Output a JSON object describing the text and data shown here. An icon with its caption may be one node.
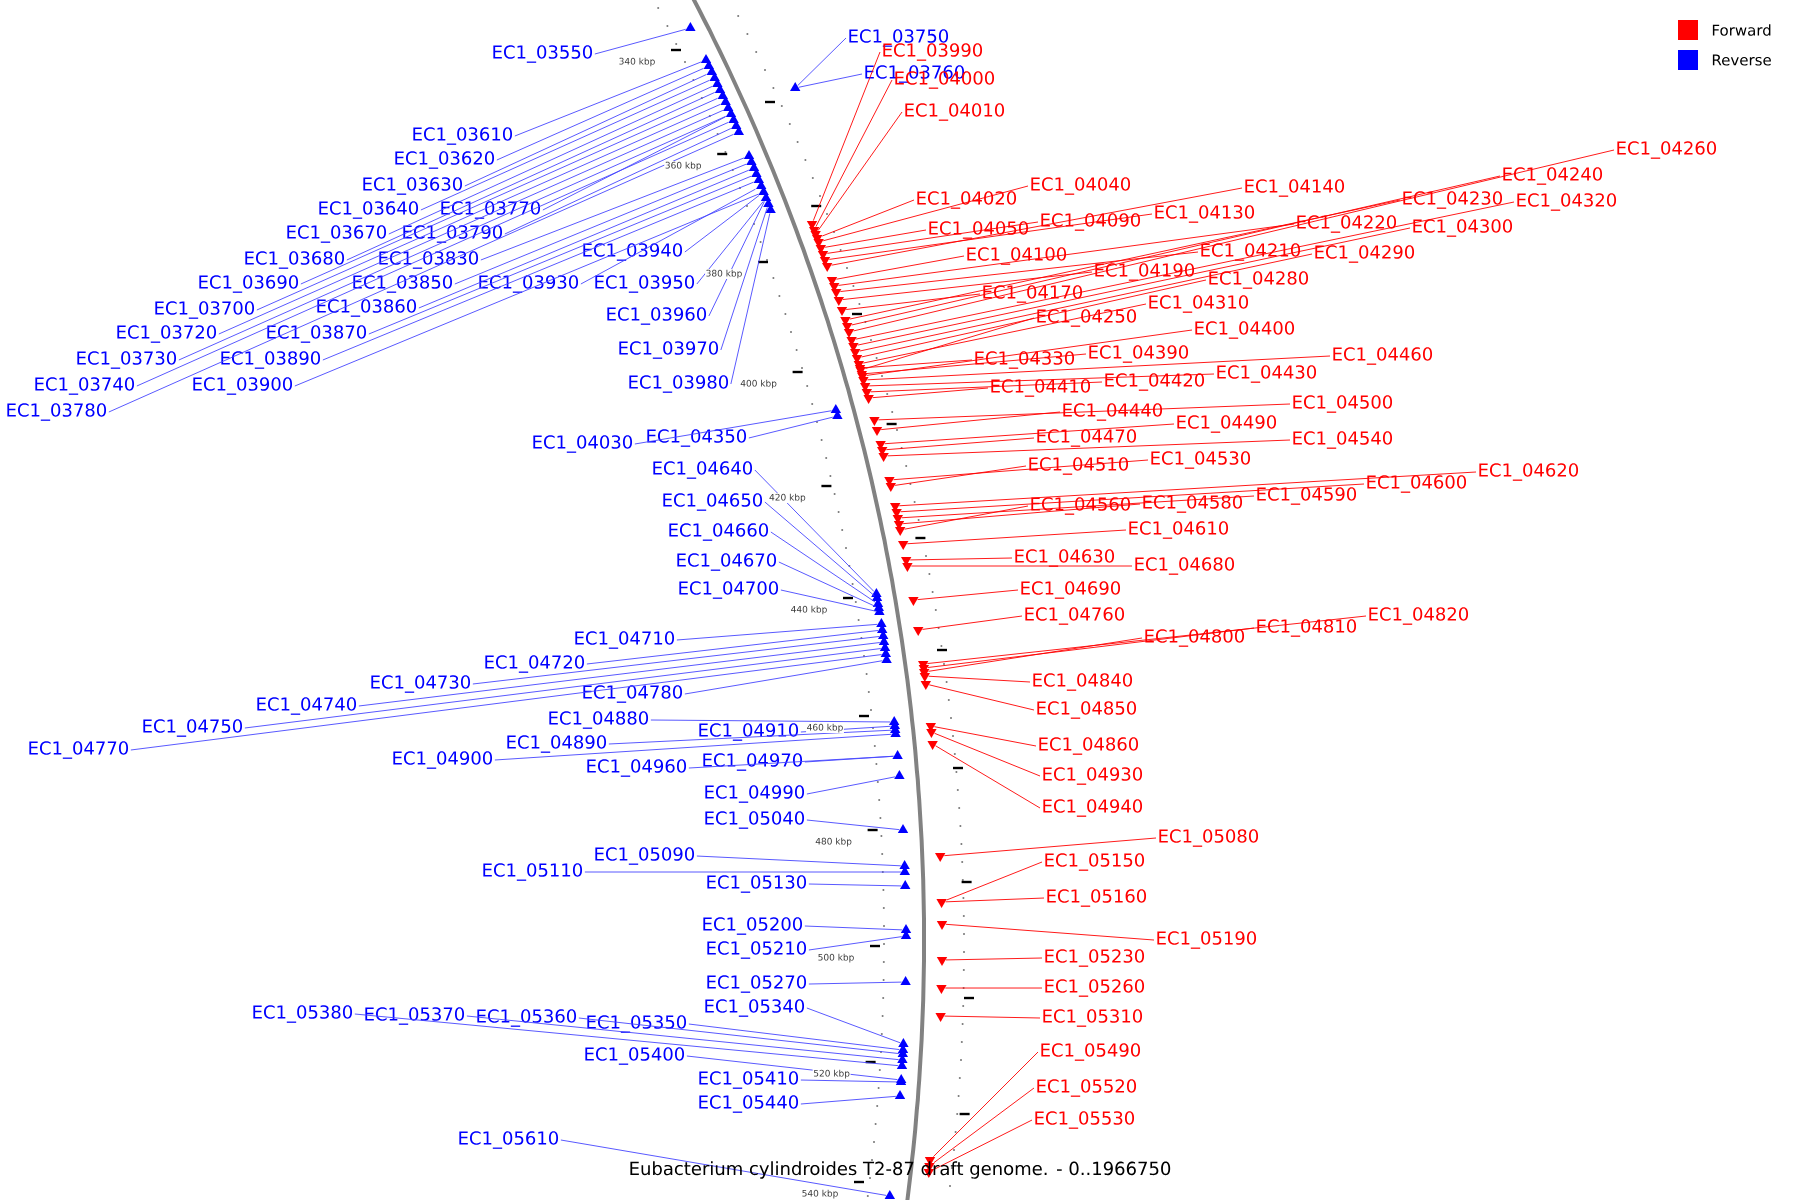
{
  "diagram": {
    "caption": "Eubacterium cylindroides T2-87 draft genome. - 0..1966750",
    "nodes": [
      {
        "text": [
          "EC1_03550"
        ]
      },
      {
        "text": [
          "EC1_03750"
        ]
      },
      {
        "text": [
          "EC1_03760"
        ]
      },
      {
        "text": [
          "EC1_03610"
        ]
      },
      {
        "text": [
          "EC1_03620"
        ]
      },
      {
        "text": [
          "EC1_03630"
        ]
      },
      {
        "text": [
          "EC1_03640"
        ]
      },
      {
        "text": [
          "EC1_03770"
        ]
      },
      {
        "text": [
          "EC1_03670"
        ]
      },
      {
        "text": [
          "EC1_03790"
        ]
      },
      {
        "text": [
          "EC1_03680"
        ]
      },
      {
        "text": [
          "EC1_03830"
        ]
      },
      {
        "text": [
          "EC1_03940"
        ]
      },
      {
        "text": [
          "EC1_03690"
        ]
      },
      {
        "text": [
          "EC1_03850"
        ]
      },
      {
        "text": [
          "EC1_03930"
        ]
      },
      {
        "text": [
          "EC1_03950"
        ]
      },
      {
        "text": [
          "EC1_03700"
        ]
      },
      {
        "text": [
          "EC1_03860"
        ]
      },
      {
        "text": [
          "EC1_03960"
        ]
      },
      {
        "text": [
          "EC1_03720"
        ]
      },
      {
        "text": [
          "EC1_03870"
        ]
      },
      {
        "text": [
          "EC1_03730"
        ]
      },
      {
        "text": [
          "EC1_03890"
        ]
      },
      {
        "text": [
          "EC1_03970"
        ]
      },
      {
        "text": [
          "EC1_03740"
        ]
      },
      {
        "text": [
          "EC1_03900"
        ]
      },
      {
        "text": [
          "EC1_03980"
        ]
      },
      {
        "text": [
          "EC1_03780"
        ]
      },
      {
        "text": [
          "EC1_04350"
        ]
      },
      {
        "text": [
          "EC1_04030"
        ]
      },
      {
        "text": [
          "EC1_04640"
        ]
      },
      {
        "text": [
          "EC1_04650"
        ]
      },
      {
        "text": [
          "EC1_04660"
        ]
      },
      {
        "text": [
          "EC1_04670"
        ]
      },
      {
        "text": [
          "EC1_04700"
        ]
      },
      {
        "text": [
          "EC1_04710"
        ]
      },
      {
        "text": [
          "EC1_04720"
        ]
      },
      {
        "text": [
          "EC1_04730"
        ]
      },
      {
        "text": [
          "EC1_04780"
        ]
      },
      {
        "text": [
          "EC1_04740"
        ]
      },
      {
        "text": [
          "EC1_04880"
        ]
      },
      {
        "text": [
          "EC1_04750"
        ]
      },
      {
        "text": [
          "EC1_04910"
        ]
      },
      {
        "text": [
          "EC1_04890"
        ]
      },
      {
        "text": [
          "EC1_04770"
        ]
      },
      {
        "text": [
          "EC1_04900"
        ]
      },
      {
        "text": [
          "EC1_04970"
        ]
      },
      {
        "text": [
          "EC1_04960"
        ]
      },
      {
        "text": [
          "EC1_04990"
        ]
      },
      {
        "text": [
          "EC1_05040"
        ]
      },
      {
        "text": [
          "EC1_05090"
        ]
      },
      {
        "text": [
          "EC1_05110"
        ]
      },
      {
        "text": [
          "EC1_05130"
        ]
      },
      {
        "text": [
          "EC1_05200"
        ]
      },
      {
        "text": [
          "EC1_05210"
        ]
      },
      {
        "text": [
          "EC1_05270"
        ]
      },
      {
        "text": [
          "EC1_05340"
        ]
      },
      {
        "text": [
          "EC1_05380"
        ]
      },
      {
        "text": [
          "EC1_05370"
        ]
      },
      {
        "text": [
          "EC1_05360"
        ]
      },
      {
        "text": [
          "EC1_05350"
        ]
      },
      {
        "text": [
          "EC1_05400"
        ]
      },
      {
        "text": [
          "EC1_05410"
        ]
      },
      {
        "text": [
          "EC1_05440"
        ]
      },
      {
        "text": [
          "EC1_05610"
        ]
      },
      {
        "text": [
          "EC1_03990"
        ]
      },
      {
        "text": [
          "EC1_04000"
        ]
      },
      {
        "text": [
          "EC1_04010"
        ]
      },
      {
        "text": [
          "EC1_04020"
        ]
      },
      {
        "text": [
          "EC1_04040"
        ]
      },
      {
        "text": [
          "EC1_04050"
        ]
      },
      {
        "text": [
          "EC1_04090"
        ]
      },
      {
        "text": [
          "EC1_04130"
        ]
      },
      {
        "text": [
          "EC1_04140"
        ]
      },
      {
        "text": [
          "EC1_04100"
        ]
      },
      {
        "text": [
          "EC1_04220"
        ]
      },
      {
        "text": [
          "EC1_04210"
        ]
      },
      {
        "text": [
          "EC1_04190"
        ]
      },
      {
        "text": [
          "EC1_04170"
        ]
      },
      {
        "text": [
          "EC1_04230"
        ]
      },
      {
        "text": [
          "EC1_04240"
        ]
      },
      {
        "text": [
          "EC1_04260"
        ]
      },
      {
        "text": [
          "EC1_04320"
        ]
      },
      {
        "text": [
          "EC1_04300"
        ]
      },
      {
        "text": [
          "EC1_04290"
        ]
      },
      {
        "text": [
          "EC1_04280"
        ]
      },
      {
        "text": [
          "EC1_04310"
        ]
      },
      {
        "text": [
          "EC1_04250"
        ]
      },
      {
        "text": [
          "EC1_04400"
        ]
      },
      {
        "text": [
          "EC1_04330"
        ]
      },
      {
        "text": [
          "EC1_04390"
        ]
      },
      {
        "text": [
          "EC1_04460"
        ]
      },
      {
        "text": [
          "EC1_04430"
        ]
      },
      {
        "text": [
          "EC1_04420"
        ]
      },
      {
        "text": [
          "EC1_04410"
        ]
      },
      {
        "text": [
          "EC1_04500"
        ]
      },
      {
        "text": [
          "EC1_04440"
        ]
      },
      {
        "text": [
          "EC1_04490"
        ]
      },
      {
        "text": [
          "EC1_04540"
        ]
      },
      {
        "text": [
          "EC1_04470"
        ]
      },
      {
        "text": [
          "EC1_04530"
        ]
      },
      {
        "text": [
          "EC1_04510"
        ]
      },
      {
        "text": [
          "EC1_04620"
        ]
      },
      {
        "text": [
          "EC1_04600"
        ]
      },
      {
        "text": [
          "EC1_04590"
        ]
      },
      {
        "text": [
          "EC1_04580"
        ]
      },
      {
        "text": [
          "EC1_04560"
        ]
      },
      {
        "text": [
          "EC1_04610"
        ]
      },
      {
        "text": [
          "EC1_04630"
        ]
      },
      {
        "text": [
          "EC1_04680"
        ]
      },
      {
        "text": [
          "EC1_04690"
        ]
      },
      {
        "text": [
          "EC1_04760"
        ]
      },
      {
        "text": [
          "EC1_04820"
        ]
      },
      {
        "text": [
          "EC1_04810"
        ]
      },
      {
        "text": [
          "EC1_04800"
        ]
      },
      {
        "text": [
          "EC1_04840"
        ]
      },
      {
        "text": [
          "EC1_04850"
        ]
      },
      {
        "text": [
          "EC1_04860"
        ]
      },
      {
        "text": [
          "EC1_04930"
        ]
      },
      {
        "text": [
          "EC1_04940"
        ]
      },
      {
        "text": [
          "EC1_05080"
        ]
      },
      {
        "text": [
          "EC1_05150"
        ]
      },
      {
        "text": [
          "EC1_05160"
        ]
      },
      {
        "text": [
          "EC1_05190"
        ]
      },
      {
        "text": [
          "EC1_05230"
        ]
      },
      {
        "text": [
          "EC1_05260"
        ]
      },
      {
        "text": [
          "EC1_05310"
        ]
      },
      {
        "text": [
          "EC1_05490"
        ]
      },
      {
        "text": [
          "EC1_05520"
        ]
      },
      {
        "text": [
          "EC1_05530"
        ]
      },
      {
        "text": [],
        "shape": "triangle"
      },
      {
        "text": [],
        "shape": "triangle"
      },
      {
        "text": [],
        "shape": "triangle"
      },
      {
        "text": [],
        "shape": "triangle"
      },
      {
        "text": [],
        "shape": "triangle"
      },
      {
        "text": [],
        "shape": "triangle"
      },
      {
        "text": [],
        "shape": "triangle"
      },
      {
        "text": [],
        "shape": "triangle"
      },
      {
        "text": [],
        "shape": "triangle"
      },
      {
        "text": [],
        "shape": "triangle"
      },
      {
        "text": [],
        "shape": "triangle"
      },
      {
        "text": [],
        "shape": "triangle"
      },
      {
        "text": [],
        "shape": "triangle"
      },
      {
        "text": [],
        "shape": "triangle"
      },
      {
        "text": [],
        "shape": "triangle"
      },
      {
        "text": [],
        "shape": "triangle"
      },
      {
        "text": [],
        "shape": "triangle"
      },
      {
        "text": [],
        "shape": "triangle"
      },
      {
        "text": [],
        "shape": "triangle"
      },
      {
        "text": [],
        "shape": "triangle"
      },
      {
        "text": [],
        "shape": "triangle"
      },
      {
        "text": [],
        "shape": "triangle"
      },
      {
        "text": [],
        "shape": "triangle"
      },
      {
        "text": [],
        "shape": "triangle"
      },
      {
        "text": [],
        "shape": "triangle"
      },
      {
        "text": [],
        "shape": "triangle"
      },
      {
        "text": [],
        "shape": "triangle"
      },
      {
        "text": [],
        "shape": "triangle"
      },
      {
        "text": [],
        "shape": "triangle"
      },
      {
        "text": [],
        "shape": "triangle"
      },
      {
        "text": [],
        "shape": "triangle"
      },
      {
        "text": [],
        "shape": "triangle"
      },
      {
        "text": [],
        "shape": "triangle"
      },
      {
        "text": [],
        "shape": "triangle"
      },
      {
        "text": [],
        "shape": "triangle"
      },
      {
        "text": [],
        "shape": "triangle"
      },
      {
        "text": [],
        "shape": "triangle"
      },
      {
        "text": [],
        "shape": "triangle"
      },
      {
        "text": [],
        "shape": "triangle"
      },
      {
        "text": [],
        "shape": "triangle"
      },
      {
        "text": [],
        "shape": "triangle"
      },
      {
        "text": [],
        "shape": "triangle"
      },
      {
        "text": [],
        "shape": "triangle"
      },
      {
        "text": [],
        "shape": "triangle"
      },
      {
        "text": [],
        "shape": "triangle"
      },
      {
        "text": [],
        "shape": "triangle"
      },
      {
        "text": [],
        "shape": "triangle"
      },
      {
        "text": [],
        "shape": "triangle"
      },
      {
        "text": [],
        "shape": "triangle"
      },
      {
        "text": [],
        "shape": "triangle"
      },
      {
        "text": [],
        "shape": "triangle"
      },
      {
        "text": [],
        "shape": "triangle"
      },
      {
        "text": [],
        "shape": "triangle"
      },
      {
        "text": [],
        "shape": "triangle"
      },
      {
        "text": [],
        "shape": "triangle"
      },
      {
        "text": [],
        "shape": "triangle"
      },
      {
        "text": [],
        "shape": "triangle"
      },
      {
        "text": [],
        "shape": "triangle"
      },
      {
        "text": [],
        "shape": "triangle"
      },
      {
        "text": [],
        "shape": "triangle"
      },
      {
        "text": [],
        "shape": "triangle"
      },
      {
        "text": [],
        "shape": "triangle"
      },
      {
        "text": [],
        "shape": "triangle"
      },
      {
        "text": [],
        "shape": "triangle"
      },
      {
        "text": [],
        "shape": "triangle"
      },
      {
        "text": [],
        "shape": "triangle"
      },
      {
        "text": [],
        "shape": "triangle"
      },
      {
        "text": [],
        "shape": "triangle"
      },
      {
        "text": [],
        "shape": "triangle"
      },
      {
        "text": [],
        "shape": "triangle"
      },
      {
        "text": [],
        "shape": "triangle"
      },
      {
        "text": [],
        "shape": "triangle"
      },
      {
        "text": [],
        "shape": "triangle"
      },
      {
        "text": [],
        "shape": "triangle"
      },
      {
        "text": [],
        "shape": "triangle"
      },
      {
        "text": [],
        "shape": "triangle"
      },
      {
        "text": [],
        "shape": "triangle"
      },
      {
        "text": [],
        "shape": "triangle"
      },
      {
        "text": [],
        "shape": "triangle"
      },
      {
        "text": [],
        "shape": "triangle"
      },
      {
        "text": [],
        "shape": "triangle"
      },
      {
        "text": [],
        "shape": "triangle"
      },
      {
        "text": [],
        "shape": "triangle"
      },
      {
        "text": [],
        "shape": "triangle"
      },
      {
        "text": [],
        "shape": "triangle"
      },
      {
        "text": [],
        "shape": "triangle"
      },
      {
        "text": [],
        "shape": "triangle"
      },
      {
        "text": [],
        "shape": "triangle"
      },
      {
        "text": [],
        "shape": "triangle"
      },
      {
        "text": [],
        "shape": "triangle"
      },
      {
        "text": [],
        "shape": "triangle"
      },
      {
        "text": [],
        "shape": "triangle"
      },
      {
        "text": [],
        "shape": "triangle"
      },
      {
        "text": [],
        "shape": "triangle"
      },
      {
        "text": [],
        "shape": "triangle"
      },
      {
        "text": [],
        "shape": "triangle"
      },
      {
        "text": [],
        "shape": "triangle"
      },
      {
        "text": [],
        "shape": "triangle"
      },
      {
        "text": [],
        "shape": "triangle"
      },
      {
        "text": [],
        "shape": "triangle"
      },
      {
        "text": [],
        "shape": "triangle"
      },
      {
        "text": [],
        "shape": "triangle"
      },
      {
        "text": [],
        "shape": "triangle"
      },
      {
        "text": [],
        "shape": "triangle"
      },
      {
        "text": [],
        "shape": "triangle"
      },
      {
        "text": [],
        "shape": "triangle"
      },
      {
        "text": [],
        "shape": "triangle"
      },
      {
        "text": [],
        "shape": "triangle"
      },
      {
        "text": [],
        "shape": "triangle"
      },
      {
        "text": [],
        "shape": "triangle"
      },
      {
        "text": [],
        "shape": "triangle"
      },
      {
        "text": [],
        "shape": "triangle"
      },
      {
        "text": [],
        "shape": "triangle"
      },
      {
        "text": [],
        "shape": "triangle"
      },
      {
        "text": [],
        "shape": "triangle"
      },
      {
        "text": [],
        "shape": "triangle"
      },
      {
        "text": [],
        "shape": "triangle"
      },
      {
        "text": [],
        "shape": "triangle"
      },
      {
        "text": [],
        "shape": "triangle"
      },
      {
        "text": [],
        "shape": "triangle"
      },
      {
        "text": [],
        "shape": "triangle"
      },
      {
        "text": [],
        "shape": "triangle"
      },
      {
        "text": [],
        "shape": "triangle"
      },
      {
        "text": [],
        "shape": "triangle"
      },
      {
        "text": [],
        "shape": "triangle"
      }
    ],
    "edges": [
      {
        "from": 0,
        "to": 131,
        "arrow": "none"
      },
      {
        "from": 1,
        "to": 134,
        "arrow": "none"
      },
      {
        "from": 2,
        "to": 134,
        "arrow": "none"
      },
      {
        "from": 3,
        "to": 132,
        "arrow": "none"
      },
      {
        "from": 4,
        "to": 133,
        "arrow": "none"
      },
      {
        "from": 5,
        "to": 135,
        "arrow": "none"
      },
      {
        "from": 6,
        "to": 136,
        "arrow": "none"
      },
      {
        "from": 7,
        "to": 142,
        "arrow": "none"
      },
      {
        "from": 8,
        "to": 137,
        "arrow": "none"
      },
      {
        "from": 9,
        "to": 144,
        "arrow": "none"
      },
      {
        "from": 10,
        "to": 138,
        "arrow": "none"
      },
      {
        "from": 11,
        "to": 146,
        "arrow": "none"
      },
      {
        "from": 12,
        "to": 152,
        "arrow": "none"
      },
      {
        "from": 13,
        "to": 139,
        "arrow": "none"
      },
      {
        "from": 14,
        "to": 147,
        "arrow": "none"
      },
      {
        "from": 15,
        "to": 151,
        "arrow": "none"
      },
      {
        "from": 16,
        "to": 153,
        "arrow": "none"
      },
      {
        "from": 17,
        "to": 140,
        "arrow": "none"
      },
      {
        "from": 18,
        "to": 148,
        "arrow": "none"
      },
      {
        "from": 19,
        "to": 153,
        "arrow": "none"
      },
      {
        "from": 20,
        "to": 141,
        "arrow": "none"
      },
      {
        "from": 21,
        "to": 149,
        "arrow": "none"
      },
      {
        "from": 22,
        "to": 142,
        "arrow": "none"
      },
      {
        "from": 23,
        "to": 150,
        "arrow": "none"
      },
      {
        "from": 24,
        "to": 154,
        "arrow": "none"
      },
      {
        "from": 25,
        "to": 143,
        "arrow": "none"
      },
      {
        "from": 26,
        "to": 152,
        "arrow": "none"
      },
      {
        "from": 27,
        "to": 155,
        "arrow": "none"
      },
      {
        "from": 28,
        "to": 145,
        "arrow": "none"
      },
      {
        "from": 29,
        "to": 157,
        "arrow": "none"
      },
      {
        "from": 30,
        "to": 156,
        "arrow": "none"
      },
      {
        "from": 31,
        "to": 158,
        "arrow": "none"
      },
      {
        "from": 32,
        "to": 159,
        "arrow": "none"
      },
      {
        "from": 33,
        "to": 160,
        "arrow": "none"
      },
      {
        "from": 34,
        "to": 161,
        "arrow": "none"
      },
      {
        "from": 35,
        "to": 162,
        "arrow": "none"
      },
      {
        "from": 36,
        "to": 163,
        "arrow": "none"
      },
      {
        "from": 37,
        "to": 164,
        "arrow": "none"
      },
      {
        "from": 38,
        "to": 165,
        "arrow": "none"
      },
      {
        "from": 39,
        "to": 169,
        "arrow": "none"
      },
      {
        "from": 40,
        "to": 166,
        "arrow": "none"
      },
      {
        "from": 41,
        "to": 170,
        "arrow": "none"
      },
      {
        "from": 42,
        "to": 167,
        "arrow": "none"
      },
      {
        "from": 43,
        "to": 171,
        "arrow": "none"
      },
      {
        "from": 44,
        "to": 172,
        "arrow": "none"
      },
      {
        "from": 45,
        "to": 168,
        "arrow": "none"
      },
      {
        "from": 46,
        "to": 173,
        "arrow": "none"
      },
      {
        "from": 47,
        "to": 174,
        "arrow": "none"
      },
      {
        "from": 48,
        "to": 174,
        "arrow": "none"
      },
      {
        "from": 49,
        "to": 175,
        "arrow": "none"
      },
      {
        "from": 50,
        "to": 176,
        "arrow": "none"
      },
      {
        "from": 51,
        "to": 177,
        "arrow": "none"
      },
      {
        "from": 52,
        "to": 178,
        "arrow": "none"
      },
      {
        "from": 53,
        "to": 179,
        "arrow": "none"
      },
      {
        "from": 54,
        "to": 180,
        "arrow": "none"
      },
      {
        "from": 55,
        "to": 181,
        "arrow": "none"
      },
      {
        "from": 56,
        "to": 182,
        "arrow": "none"
      },
      {
        "from": 57,
        "to": 183,
        "arrow": "none"
      },
      {
        "from": 58,
        "to": 187,
        "arrow": "none"
      },
      {
        "from": 59,
        "to": 186,
        "arrow": "none"
      },
      {
        "from": 60,
        "to": 185,
        "arrow": "none"
      },
      {
        "from": 61,
        "to": 184,
        "arrow": "none"
      },
      {
        "from": 62,
        "to": 188,
        "arrow": "none"
      },
      {
        "from": 63,
        "to": 189,
        "arrow": "none"
      },
      {
        "from": 64,
        "to": 190,
        "arrow": "none"
      },
      {
        "from": 65,
        "to": 191,
        "arrow": "none"
      },
      {
        "from": 66,
        "to": 192,
        "arrow": "none",
        "color": "#ff0000"
      },
      {
        "from": 67,
        "to": 193,
        "arrow": "none",
        "color": "#ff0000"
      },
      {
        "from": 68,
        "to": 194,
        "arrow": "none",
        "color": "#ff0000"
      },
      {
        "from": 69,
        "to": 195,
        "arrow": "none",
        "color": "#ff0000"
      },
      {
        "from": 70,
        "to": 196,
        "arrow": "none",
        "color": "#ff0000"
      },
      {
        "from": 71,
        "to": 197,
        "arrow": "none",
        "color": "#ff0000"
      },
      {
        "from": 72,
        "to": 198,
        "arrow": "none",
        "color": "#ff0000"
      },
      {
        "from": 73,
        "to": 199,
        "arrow": "none",
        "color": "#ff0000"
      },
      {
        "from": 74,
        "to": 200,
        "arrow": "none",
        "color": "#ff0000"
      },
      {
        "from": 75,
        "to": 201,
        "arrow": "none",
        "color": "#ff0000"
      },
      {
        "from": 76,
        "to": 202,
        "arrow": "none",
        "color": "#ff0000"
      },
      {
        "from": 77,
        "to": 203,
        "arrow": "none",
        "color": "#ff0000"
      },
      {
        "from": 78,
        "to": 204,
        "arrow": "none",
        "color": "#ff0000"
      },
      {
        "from": 79,
        "to": 205,
        "arrow": "none",
        "color": "#ff0000"
      },
      {
        "from": 80,
        "to": 206,
        "arrow": "none",
        "color": "#ff0000"
      },
      {
        "from": 81,
        "to": 207,
        "arrow": "none",
        "color": "#ff0000"
      },
      {
        "from": 82,
        "to": 208,
        "arrow": "none",
        "color": "#ff0000"
      },
      {
        "from": 83,
        "to": 209,
        "arrow": "none",
        "color": "#ff0000"
      },
      {
        "from": 84,
        "to": 210,
        "arrow": "none",
        "color": "#ff0000"
      },
      {
        "from": 85,
        "to": 211,
        "arrow": "none",
        "color": "#ff0000"
      },
      {
        "from": 86,
        "to": 212,
        "arrow": "none",
        "color": "#ff0000"
      },
      {
        "from": 87,
        "to": 213,
        "arrow": "none",
        "color": "#ff0000"
      },
      {
        "from": 88,
        "to": 215,
        "arrow": "none",
        "color": "#ff0000"
      },
      {
        "from": 89,
        "to": 217,
        "arrow": "none",
        "color": "#ff0000"
      },
      {
        "from": 90,
        "to": 214,
        "arrow": "none",
        "color": "#ff0000"
      },
      {
        "from": 91,
        "to": 216,
        "arrow": "none",
        "color": "#ff0000"
      },
      {
        "from": 92,
        "to": 218,
        "arrow": "none",
        "color": "#ff0000"
      },
      {
        "from": 93,
        "to": 219,
        "arrow": "none",
        "color": "#ff0000"
      },
      {
        "from": 94,
        "to": 220,
        "arrow": "none",
        "color": "#ff0000"
      },
      {
        "from": 95,
        "to": 221,
        "arrow": "none",
        "color": "#ff0000"
      },
      {
        "from": 96,
        "to": 222,
        "arrow": "none",
        "color": "#ff0000"
      },
      {
        "from": 97,
        "to": 223,
        "arrow": "none",
        "color": "#ff0000"
      },
      {
        "from": 98,
        "to": 224,
        "arrow": "none",
        "color": "#ff0000"
      },
      {
        "from": 99,
        "to": 226,
        "arrow": "none",
        "color": "#ff0000"
      },
      {
        "from": 100,
        "to": 225,
        "arrow": "none",
        "color": "#ff0000"
      },
      {
        "from": 101,
        "to": 227,
        "arrow": "none",
        "color": "#ff0000"
      },
      {
        "from": 102,
        "to": 228,
        "arrow": "none",
        "color": "#ff0000"
      },
      {
        "from": 103,
        "to": 229,
        "arrow": "none",
        "color": "#ff0000"
      },
      {
        "from": 104,
        "to": 230,
        "arrow": "none",
        "color": "#ff0000"
      },
      {
        "from": 105,
        "to": 231,
        "arrow": "none",
        "color": "#ff0000"
      },
      {
        "from": 106,
        "to": 232,
        "arrow": "none",
        "color": "#ff0000"
      },
      {
        "from": 107,
        "to": 233,
        "arrow": "none",
        "color": "#ff0000"
      },
      {
        "from": 108,
        "to": 234,
        "arrow": "none",
        "color": "#ff0000"
      },
      {
        "from": 109,
        "to": 235,
        "arrow": "none",
        "color": "#ff0000"
      },
      {
        "from": 110,
        "to": 236,
        "arrow": "none",
        "color": "#ff0000"
      },
      {
        "from": 111,
        "to": 237,
        "arrow": "none",
        "color": "#ff0000"
      },
      {
        "from": 112,
        "to": 238,
        "arrow": "none",
        "color": "#ff0000"
      },
      {
        "from": 113,
        "to": 239,
        "arrow": "none",
        "color": "#ff0000"
      },
      {
        "from": 114,
        "to": 240,
        "arrow": "none",
        "color": "#ff0000"
      },
      {
        "from": 115,
        "to": 241,
        "arrow": "none",
        "color": "#ff0000"
      },
      {
        "from": 116,
        "to": 242,
        "arrow": "none",
        "color": "#ff0000"
      },
      {
        "from": 117,
        "to": 243,
        "arrow": "none",
        "color": "#ff0000"
      },
      {
        "from": 118,
        "to": 244,
        "arrow": "none",
        "color": "#ff0000"
      },
      {
        "from": 119,
        "to": 245,
        "arrow": "none",
        "color": "#ff0000"
      },
      {
        "from": 120,
        "to": 246,
        "arrow": "none",
        "color": "#ff0000"
      },
      {
        "from": 121,
        "to": 247,
        "arrow": "none",
        "color": "#ff0000"
      },
      {
        "from": 122,
        "to": 248,
        "arrow": "none",
        "color": "#ff0000"
      },
      {
        "from": 123,
        "to": 248,
        "arrow": "none",
        "color": "#ff0000"
      },
      {
        "from": 124,
        "to": 249,
        "arrow": "none",
        "color": "#ff0000"
      },
      {
        "from": 125,
        "to": 250,
        "arrow": "none",
        "color": "#ff0000"
      },
      {
        "from": 126,
        "to": 251,
        "arrow": "none",
        "color": "#ff0000"
      },
      {
        "from": 127,
        "to": 252,
        "arrow": "none",
        "color": "#ff0000"
      },
      {
        "from": 128,
        "to": 253,
        "arrow": "none",
        "color": "#ff0000"
      },
      {
        "from": 129,
        "to": 254,
        "arrow": "none",
        "color": "#ff0000"
      },
      {
        "from": 130,
        "to": 255,
        "arrow": "none",
        "color": "#ff0000"
      }
    ],
    "labels": [
      "340 kbp",
      "360 kbp",
      "380 kbp",
      "400 kbp",
      "420 kbp",
      "440 kbp",
      "460 kbp",
      "480 kbp",
      "500 kbp",
      "520 kbp",
      "540 kbp"
    ],
    "legend": [
      {
        "text": "Forward",
        "color": "#ff0000"
      },
      {
        "text": "Reverse",
        "color": "#0000ff"
      }
    ]
  }
}
